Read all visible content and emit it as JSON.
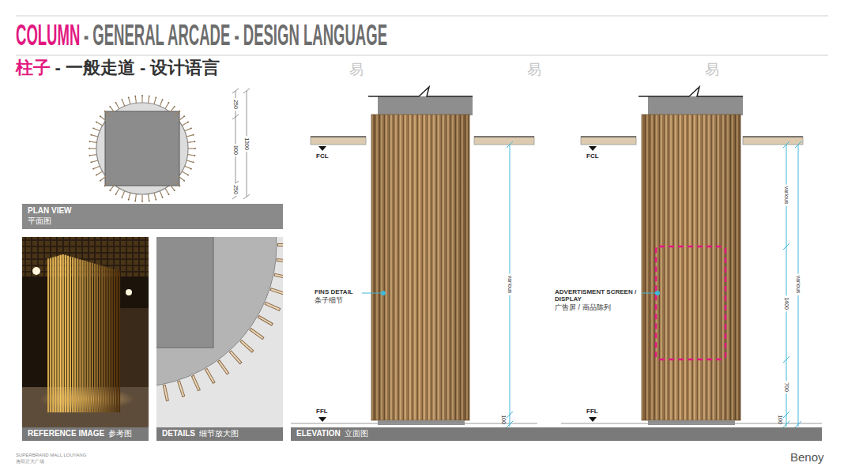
{
  "diagram": {
    "nodes": [
      {
        "text": [
          "PLAN VIEW",
          "平面图"
        ]
      },
      {
        "text": [
          "REFERENCE IMAGE",
          "参考图"
        ]
      },
      {
        "text": [
          "DETAILS",
          "细节放大图"
        ]
      },
      {
        "text": [
          "ELEVATION",
          "立面图"
        ]
      }
    ],
    "labels": [
      "COLUMN",
      "- GENERAL ARCADE - DESIGN LANGUAGE",
      "柱子",
      "- 一般走道 - 设计语言",
      "250",
      "800",
      "250",
      "1300",
      "FCL",
      "FINS DETAIL",
      "条子细节",
      "various",
      "FFL",
      "100",
      "FCL",
      "ADVERTISMENT SCREEN / DISPLAY",
      "广告屏 / 商品陈列",
      "various",
      "1400",
      "700",
      "100",
      "various",
      "FFL",
      "SUPERBRAND MALL LOUYANG",
      "洛阳正大广场",
      "Benoy",
      "易",
      "易",
      "易"
    ]
  }
}
